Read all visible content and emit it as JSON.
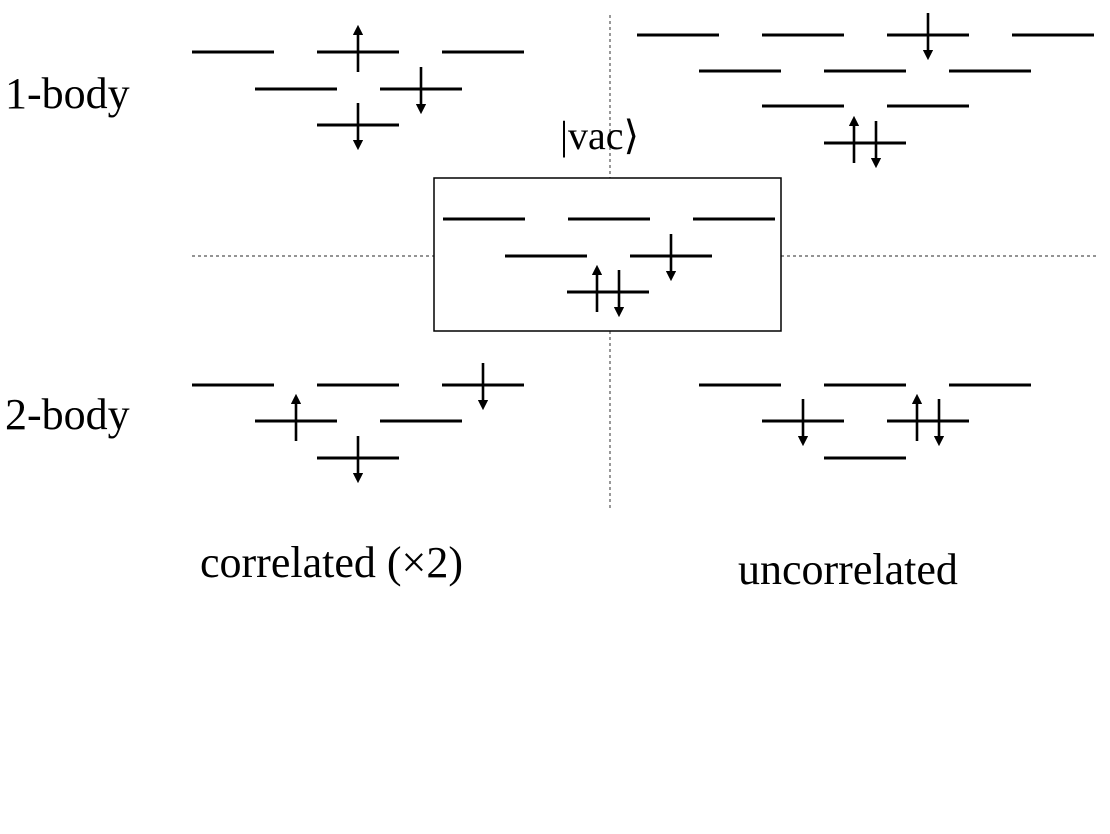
{
  "labels": {
    "one_body": "1-body",
    "two_body": "2-body",
    "vacuum": "|vac⟩",
    "correlated": "correlated (×2)",
    "uncorrelated": "uncorrelated"
  },
  "colors": {
    "line": "#000000",
    "divider": "#555555",
    "background": "#ffffff"
  },
  "panels": [
    {
      "name": "vacuum",
      "levels": [
        {
          "row": 0,
          "col": 0,
          "spins": []
        },
        {
          "row": 0,
          "col": 1,
          "spins": []
        },
        {
          "row": 0,
          "col": 2,
          "spins": []
        },
        {
          "row": 1,
          "col": 0,
          "spins": []
        },
        {
          "row": 1,
          "col": 1,
          "spins": [
            "down"
          ]
        },
        {
          "row": 2,
          "col": 0,
          "spins": [
            "up",
            "down"
          ]
        }
      ]
    },
    {
      "name": "one-body-correlated",
      "levels": [
        {
          "row": 0,
          "col": 0,
          "spins": []
        },
        {
          "row": 0,
          "col": 1,
          "spins": [
            "up"
          ]
        },
        {
          "row": 0,
          "col": 2,
          "spins": []
        },
        {
          "row": 1,
          "col": 0,
          "spins": []
        },
        {
          "row": 1,
          "col": 1,
          "spins": [
            "down"
          ]
        },
        {
          "row": 2,
          "col": 0,
          "spins": [
            "down"
          ]
        }
      ]
    },
    {
      "name": "one-body-uncorrelated",
      "levels": [
        {
          "row": 0,
          "col": 0,
          "spins": []
        },
        {
          "row": 0,
          "col": 1,
          "spins": []
        },
        {
          "row": 0,
          "col": 2,
          "spins": [
            "down"
          ]
        },
        {
          "row": 0,
          "col": 3,
          "spins": []
        },
        {
          "row": 1,
          "col": 0,
          "spins": []
        },
        {
          "row": 1,
          "col": 1,
          "spins": []
        },
        {
          "row": 1,
          "col": 2,
          "spins": []
        },
        {
          "row": 2,
          "col": 0,
          "spins": []
        },
        {
          "row": 2,
          "col": 1,
          "spins": []
        },
        {
          "row": 3,
          "col": 0,
          "spins": [
            "up",
            "down"
          ]
        }
      ]
    },
    {
      "name": "two-body-correlated",
      "levels": [
        {
          "row": 0,
          "col": 0,
          "spins": []
        },
        {
          "row": 0,
          "col": 1,
          "spins": []
        },
        {
          "row": 0,
          "col": 2,
          "spins": [
            "down"
          ]
        },
        {
          "row": 1,
          "col": 0,
          "spins": [
            "up"
          ]
        },
        {
          "row": 1,
          "col": 1,
          "spins": []
        },
        {
          "row": 2,
          "col": 0,
          "spins": [
            "down"
          ]
        }
      ]
    },
    {
      "name": "two-body-uncorrelated",
      "levels": [
        {
          "row": 0,
          "col": 0,
          "spins": []
        },
        {
          "row": 0,
          "col": 1,
          "spins": []
        },
        {
          "row": 0,
          "col": 2,
          "spins": []
        },
        {
          "row": 1,
          "col": 0,
          "spins": [
            "down"
          ]
        },
        {
          "row": 1,
          "col": 1,
          "spins": [
            "up",
            "down"
          ]
        },
        {
          "row": 2,
          "col": 0,
          "spins": []
        }
      ]
    }
  ]
}
